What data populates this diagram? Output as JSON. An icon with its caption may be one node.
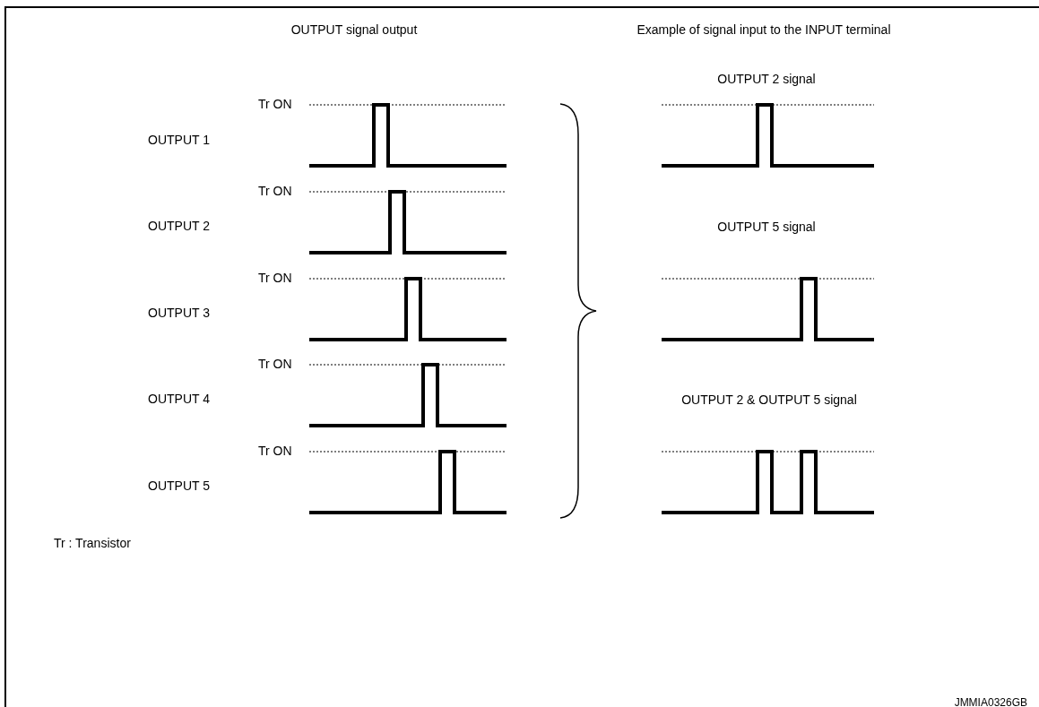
{
  "diagram": {
    "labels": [
      "OUTPUT signal output",
      "Example of signal input to the INPUT terminal",
      "Tr ON",
      "OUTPUT 1",
      "OUTPUT 2 signal",
      "Tr ON",
      "OUTPUT 2",
      "OUTPUT 5 signal",
      "Tr ON",
      "OUTPUT 3",
      "Tr ON",
      "OUTPUT 4",
      "OUTPUT 2 & OUTPUT 5 signal",
      "Tr ON",
      "OUTPUT 5",
      "Tr : Transistor",
      "JMMIA0326GB"
    ]
  }
}
